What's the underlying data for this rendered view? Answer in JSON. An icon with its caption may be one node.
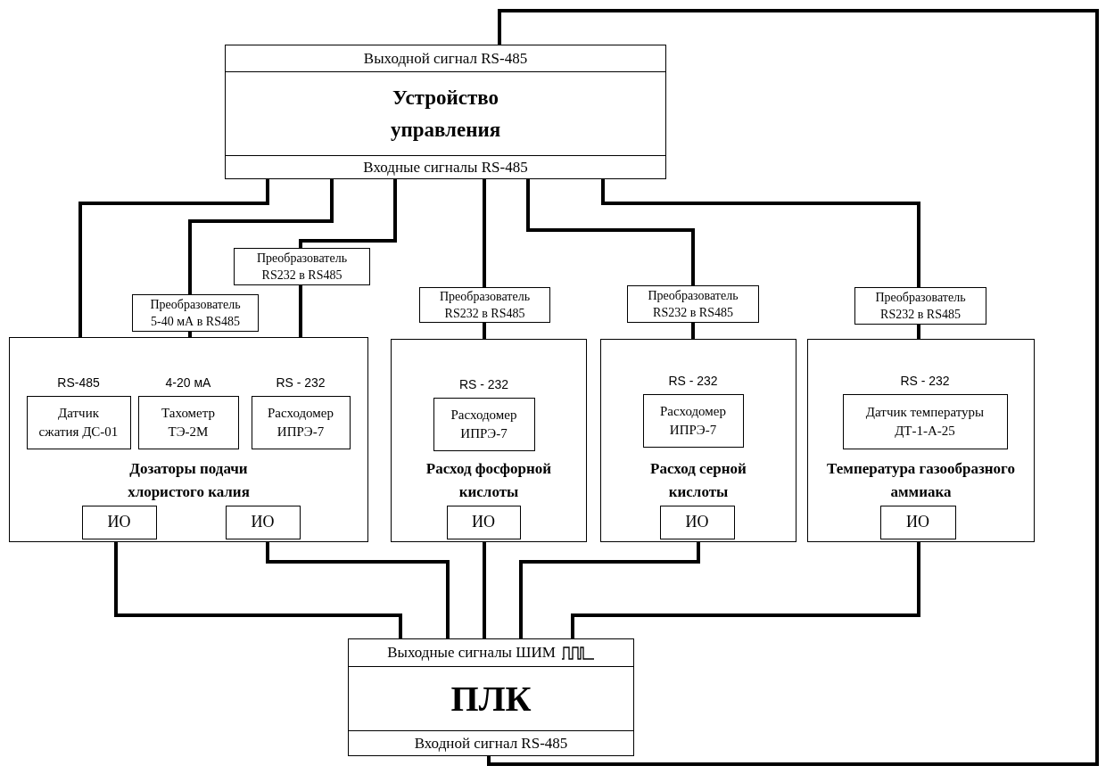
{
  "diagram": {
    "nodes": [
      {
        "text": [
          "Выходной сигнал RS-485",
          "Устройство управления",
          "Входные сигналы RS-485"
        ]
      },
      {
        "text": [
          "Дозаторы подачи хлористого калия"
        ]
      },
      {
        "text": [
          "Преобразователь 5-40 мА в RS485"
        ]
      },
      {
        "text": [
          "Преобразователь RS232 в RS485"
        ]
      },
      {
        "text": [
          "Датчик сжатия ДС-01"
        ],
        "beside": [
          "RS-485"
        ],
        "in": 1
      },
      {
        "text": [
          "Тахометр ТЭ-2М"
        ],
        "beside": [
          "4-20 мА"
        ],
        "in": 1
      },
      {
        "text": [
          "Расходомер ИПРЭ-7"
        ],
        "beside": [
          "RS - 232"
        ],
        "in": 1
      },
      {
        "text": [
          "ИО"
        ],
        "in": 1
      },
      {
        "text": [
          "ИО"
        ],
        "in": 1
      },
      {
        "text": [
          "Расход фосфорной кислоты"
        ]
      },
      {
        "text": [
          "Преобразователь RS232 в RS485"
        ]
      },
      {
        "text": [
          "Расходомер ИПРЭ-7"
        ],
        "beside": [
          "RS - 232"
        ],
        "in": 9
      },
      {
        "text": [
          "ИО"
        ],
        "in": 9
      },
      {
        "text": [
          "Расход серной кислоты"
        ]
      },
      {
        "text": [
          "Преобразователь RS232 в RS485"
        ]
      },
      {
        "text": [
          "Расходомер ИПРЭ-7"
        ],
        "beside": [
          "RS - 232"
        ],
        "in": 13
      },
      {
        "text": [
          "ИО"
        ],
        "in": 13
      },
      {
        "text": [
          "Температура газообразного аммиака"
        ]
      },
      {
        "text": [
          "Преобразователь RS232 в RS485"
        ]
      },
      {
        "text": [
          "Датчик температуры ДТ-1-А-25"
        ],
        "beside": [
          "RS - 232"
        ],
        "in": 17
      },
      {
        "text": [
          "ИО"
        ],
        "in": 17
      },
      {
        "text": [
          "Выходные сигналы ШИМ",
          "ПЛК",
          "Входной сигнал RS-485"
        ]
      }
    ],
    "edges": [
      {
        "from": 0,
        "to": 4,
        "arrow": "none"
      },
      {
        "from": 0,
        "to": 2,
        "arrow": "none"
      },
      {
        "from": 2,
        "to": 5,
        "arrow": "none"
      },
      {
        "from": 0,
        "to": 3,
        "arrow": "none"
      },
      {
        "from": 3,
        "to": 6,
        "arrow": "none"
      },
      {
        "from": 0,
        "to": 10,
        "arrow": "none"
      },
      {
        "from": 10,
        "to": 11,
        "arrow": "none"
      },
      {
        "from": 0,
        "to": 14,
        "arrow": "none"
      },
      {
        "from": 14,
        "to": 15,
        "arrow": "none"
      },
      {
        "from": 0,
        "to": 18,
        "arrow": "none"
      },
      {
        "from": 18,
        "to": 19,
        "arrow": "none"
      },
      {
        "from": 7,
        "to": 21,
        "arrow": "none"
      },
      {
        "from": 8,
        "to": 21,
        "arrow": "none"
      },
      {
        "from": 12,
        "to": 21,
        "arrow": "none"
      },
      {
        "from": 16,
        "to": 21,
        "arrow": "none"
      },
      {
        "from": 20,
        "to": 21,
        "arrow": "none"
      },
      {
        "from": 21,
        "to": 0,
        "arrow": "none"
      }
    ]
  }
}
